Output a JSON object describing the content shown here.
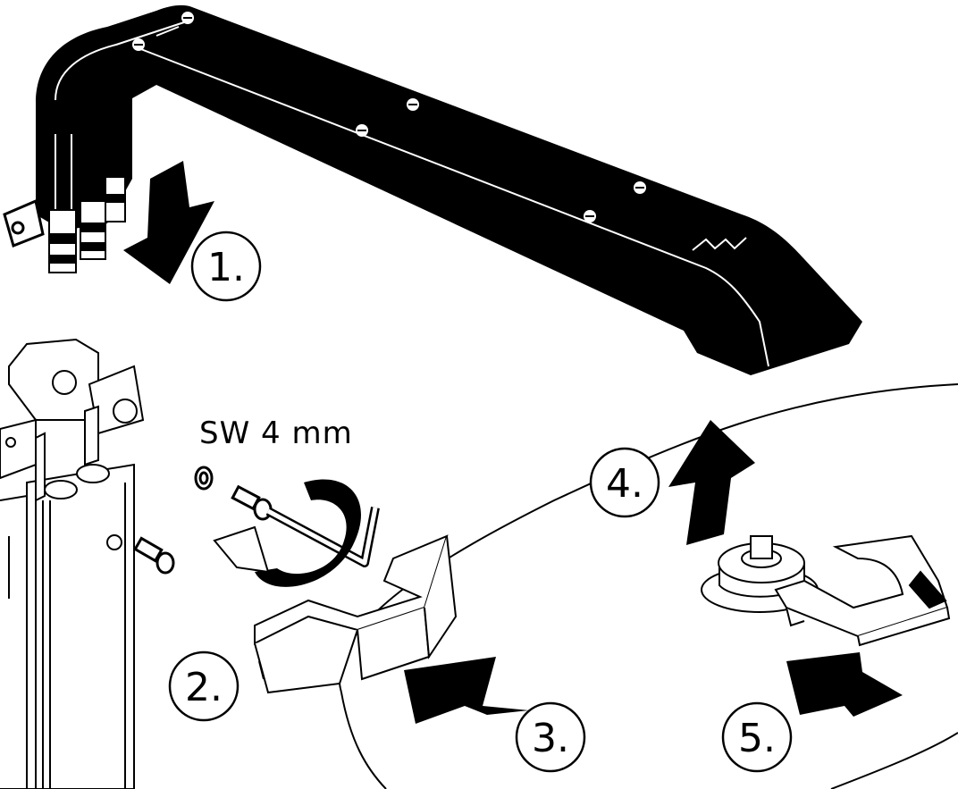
{
  "tool_label": "SW 4 mm",
  "steps": [
    {
      "id": "step-1",
      "label": "1."
    },
    {
      "id": "step-2",
      "label": "2."
    },
    {
      "id": "step-3",
      "label": "3."
    },
    {
      "id": "step-4",
      "label": "4."
    },
    {
      "id": "step-5",
      "label": "5."
    }
  ],
  "colors": {
    "ink": "#000000",
    "paper": "#ffffff"
  }
}
